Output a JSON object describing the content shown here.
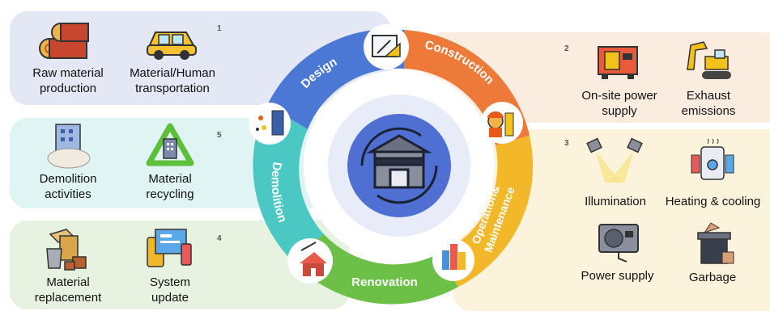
{
  "panels": {
    "p1": {
      "number": "1",
      "items": [
        "Raw material\nproduction",
        "Material/Human\ntransportation"
      ],
      "color": "#e4e8f4"
    },
    "p5": {
      "number": "5",
      "items": [
        "Demolition\nactivities",
        "Material\nrecycling"
      ],
      "color": "#e1f4f4"
    },
    "p4": {
      "number": "4",
      "items": [
        "Material\nreplacement",
        "System\nupdate"
      ],
      "color": "#e8f2e1"
    },
    "p2": {
      "number": "2",
      "items": [
        "On-site power\nsupply",
        "Exhaust\nemissions"
      ],
      "color": "#fbece0"
    },
    "p3": {
      "number": "3",
      "items": [
        "Illumination",
        "Heating & cooling",
        "Power supply",
        "Garbage"
      ],
      "color": "#fcf3dc"
    }
  },
  "ring": {
    "design": "Design",
    "construction": "Construction",
    "operation_line1": "Operation&",
    "operation_line2": "Maintenance",
    "renovation": "Renovation",
    "demolition": "Demolition"
  },
  "colors": {
    "design": "#4a78d4",
    "construction": "#ee7a3a",
    "operation": "#f2b829",
    "renovation": "#6cc048",
    "demolition": "#4cc8c4",
    "center": "#4f6fd3"
  },
  "icons": [
    "logs-icon",
    "car-icon",
    "building-demolition-icon",
    "recycle-building-icon",
    "sand-bucket-icon",
    "devices-icon",
    "generator-icon",
    "excavator-icon",
    "spotlight-icon",
    "thermostat-icon",
    "power-supply-icon",
    "garbage-icon",
    "blueprint-icon",
    "worker-icon",
    "city-icon",
    "house-tools-icon",
    "wrecking-icon",
    "factory-building-icon"
  ]
}
